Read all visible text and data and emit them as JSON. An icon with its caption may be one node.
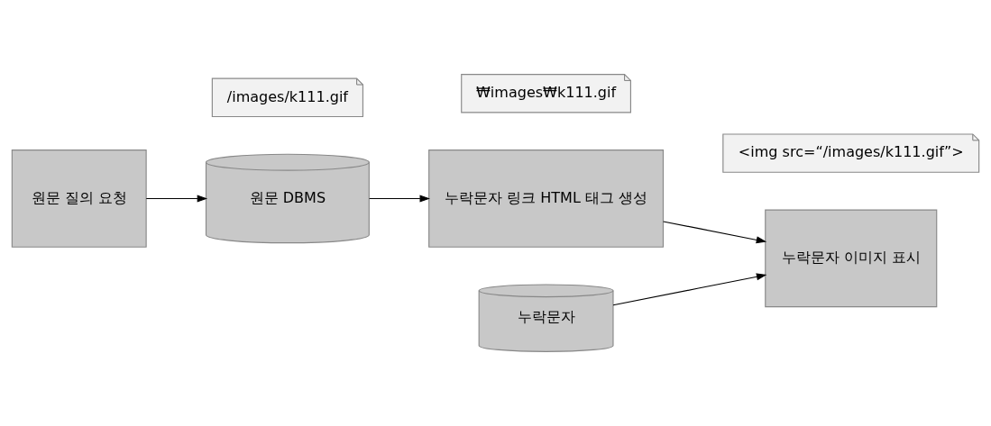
{
  "diagram": {
    "nodes": [
      {
        "text": [
          "원문 질의 요청"
        ]
      },
      {
        "text": [
          "원문 DBMS"
        ]
      },
      {
        "text": [
          "누락문자 링크 HTML 태그 생성"
        ]
      },
      {
        "text": [
          "누락문자 이미지 표시"
        ]
      },
      {
        "text": [
          "누락문자"
        ]
      },
      {
        "text": [
          "<img src=“/images/k111.gif”>"
        ]
      },
      {
        "text": [
          "₩images₩k111.gif"
        ]
      },
      {
        "text": [
          "/images/k111.gif"
        ]
      }
    ],
    "edges": [
      {
        "from": 0,
        "to": 1,
        "arrow": "to"
      },
      {
        "from": 1,
        "to": 2,
        "arrow": "to"
      },
      {
        "from": 2,
        "to": 3,
        "arrow": "to"
      },
      {
        "from": 4,
        "to": 3,
        "arrow": "to"
      }
    ]
  }
}
